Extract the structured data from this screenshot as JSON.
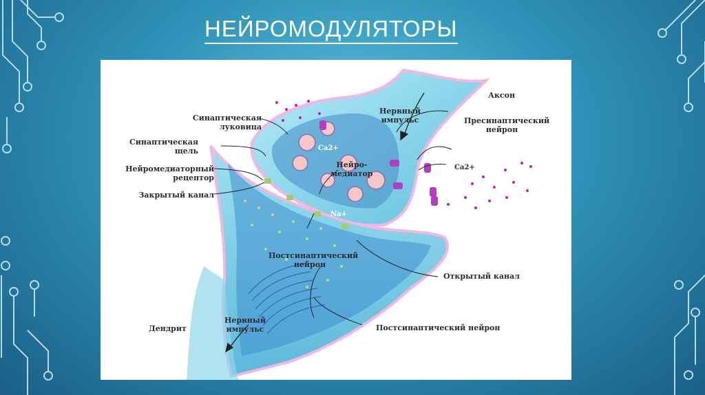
{
  "slide": {
    "title": "НЕЙРОМОДУЛЯТОРЫ"
  },
  "diagram": {
    "labels": {
      "axon": "Аксон",
      "nerve_impulse_top": "Нервный импульс",
      "presynaptic_neuron": "Пресинаптический нейрон",
      "synaptic_bulb": "Синаптическая луковица",
      "synaptic_cleft": "Синаптическая щель",
      "neuromediator_receptor": "Нейромедиаторный рецептор",
      "closed_channel": "Закрытый канал",
      "neuromediator": "Нейро- медиатор",
      "ca_inside": "Ca2+",
      "ca_outside": "Ca2+",
      "na": "Na+",
      "postsynaptic_neuron_inner": "Постсинаптический нейрон",
      "open_channel": "Открытый канал",
      "nerve_impulse_bottom": "Нервный импульс",
      "dendrite": "Дендрит",
      "postsynaptic_neuron_outer": "Постсинаптический нейрон"
    }
  },
  "colors": {
    "background_center": "#5ec3de",
    "background_edge": "#1b5f86",
    "neuron_fill": "#7fd0e8",
    "membrane": "#f2b6e0",
    "vesicle": "#f7c6c9",
    "ion": "#c21fa8"
  }
}
